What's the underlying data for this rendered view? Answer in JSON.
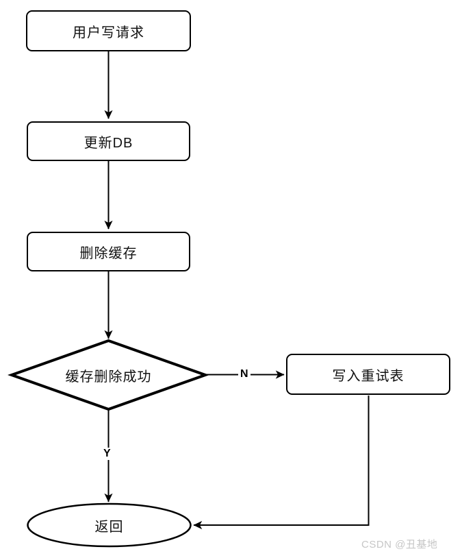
{
  "diagram": {
    "type": "flowchart",
    "nodes": {
      "start": {
        "label": "用户写请求",
        "shape": "rounded-rect"
      },
      "update_db": {
        "label": "更新DB",
        "shape": "rounded-rect"
      },
      "delete_cache": {
        "label": "删除缓存",
        "shape": "rounded-rect"
      },
      "decision": {
        "label": "缓存删除成功",
        "shape": "diamond"
      },
      "retry": {
        "label": "写入重试表",
        "shape": "rounded-rect"
      },
      "end": {
        "label": "返回",
        "shape": "ellipse"
      }
    },
    "edges": [
      {
        "from": "start",
        "to": "update_db",
        "label": ""
      },
      {
        "from": "update_db",
        "to": "delete_cache",
        "label": ""
      },
      {
        "from": "delete_cache",
        "to": "decision",
        "label": ""
      },
      {
        "from": "decision",
        "to": "retry",
        "label": "N"
      },
      {
        "from": "decision",
        "to": "end",
        "label": "Y"
      },
      {
        "from": "retry",
        "to": "end",
        "label": ""
      }
    ],
    "colors": {
      "stroke": "#000000",
      "node_fill": "#ffffff",
      "text": "#111111"
    }
  },
  "watermark": {
    "text": "CSDN @丑基地",
    "color": "#c6c6c6"
  }
}
